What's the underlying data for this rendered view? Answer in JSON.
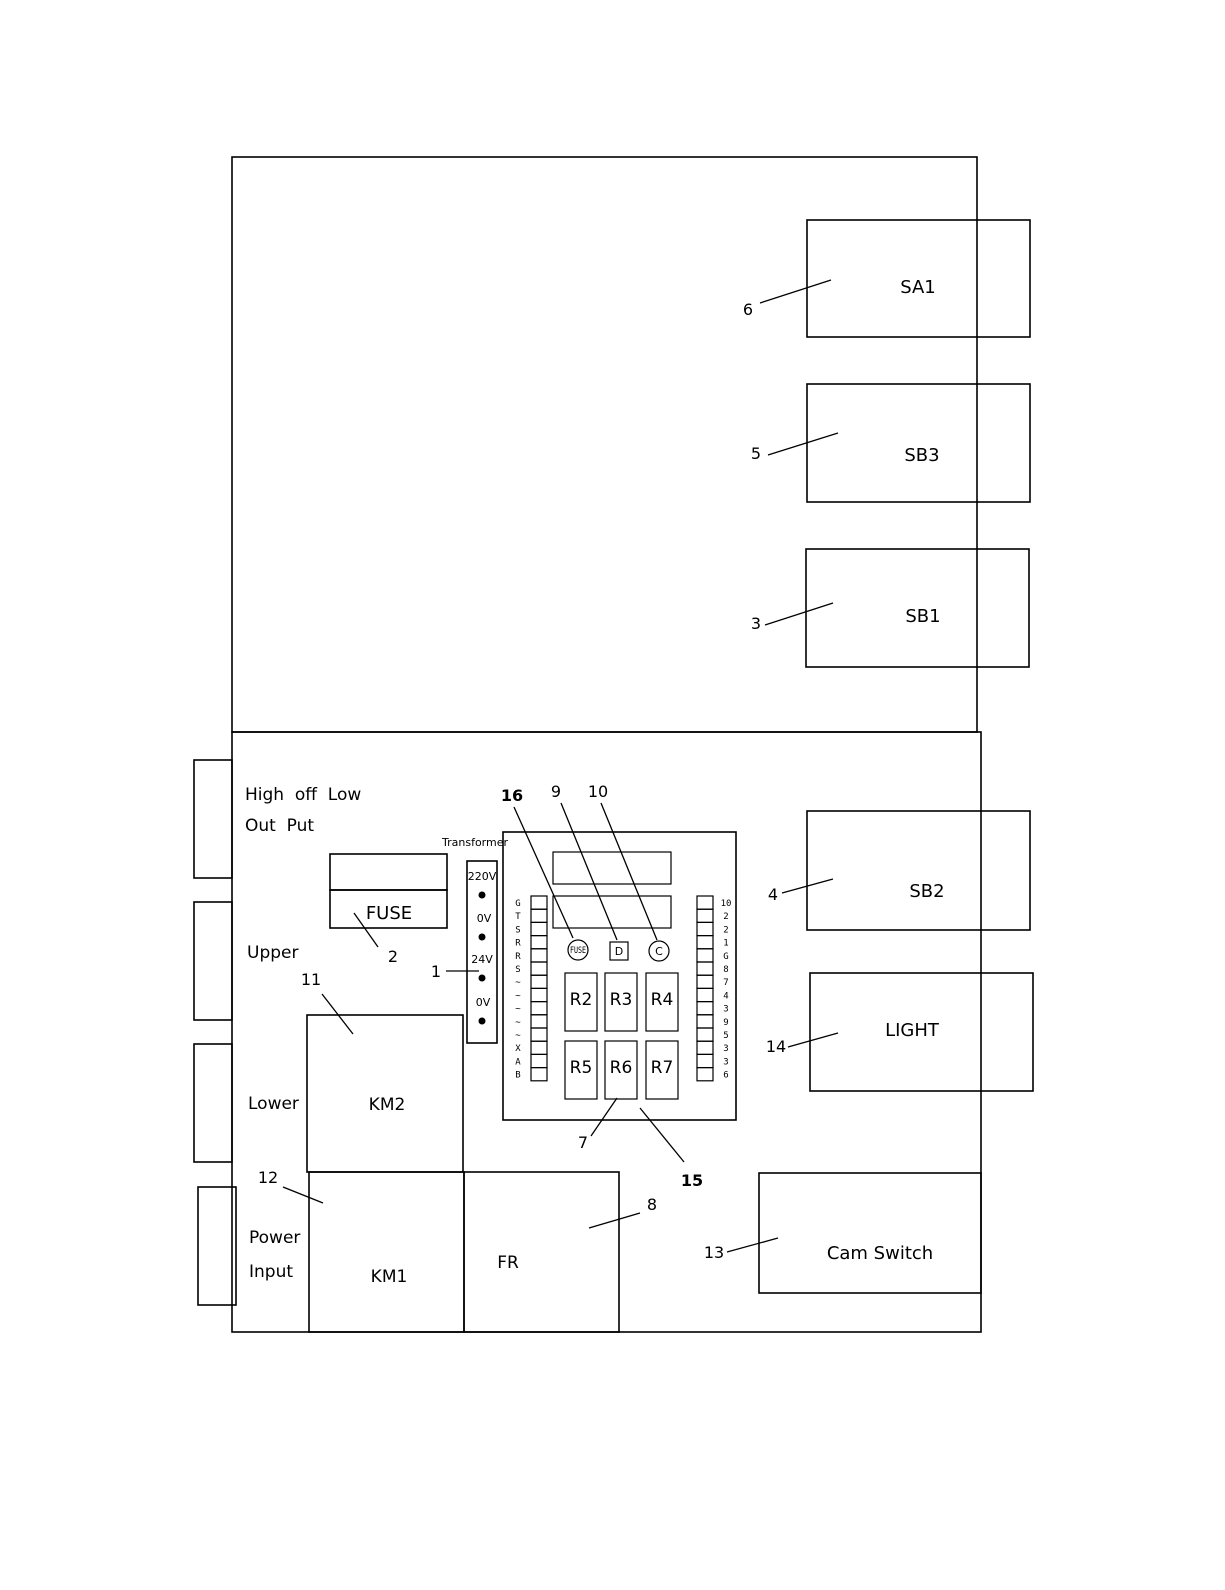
{
  "components": {
    "sa1": "SA1",
    "sb3": "SB3",
    "sb1": "SB1",
    "sb2": "SB2",
    "light": "LIGHT",
    "cam_switch": "Cam Switch",
    "fuse": "FUSE",
    "km2": "KM2",
    "km1": "KM1",
    "fr": "FR",
    "transformer": "Transformer"
  },
  "side_labels": {
    "high_off_low": "High  off  Low",
    "out_put": "Out  Put",
    "upper": "Upper",
    "lower": "Lower",
    "power": "Power",
    "input": "Input"
  },
  "transformer_taps": [
    "220V",
    "0V",
    "24V",
    "0V"
  ],
  "relays": [
    "R2",
    "R3",
    "R4",
    "R5",
    "R6",
    "R7"
  ],
  "board_indicators": {
    "fuse": "FUSE",
    "d": "D",
    "c": "C"
  },
  "left_terminals": [
    "G",
    "T",
    "S",
    "R",
    "R",
    "S",
    "~",
    "~",
    "~",
    "~",
    "~",
    "X",
    "A",
    "B"
  ],
  "right_terminals": [
    "10",
    "2",
    "2",
    "1",
    "G",
    "8",
    "7",
    "4",
    "3",
    "9",
    "5",
    "3",
    "3",
    "6"
  ],
  "callouts": {
    "c1": "1",
    "c2": "2",
    "c3": "3",
    "c4": "4",
    "c5": "5",
    "c6": "6",
    "c7": "7",
    "c8": "8",
    "c9": "9",
    "c10": "10",
    "c11": "11",
    "c12": "12",
    "c13": "13",
    "c14": "14",
    "c15": "15",
    "c16": "16"
  }
}
